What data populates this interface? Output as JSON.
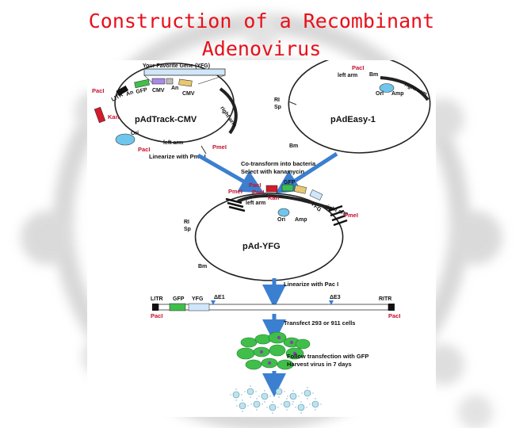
{
  "title": {
    "line1": "Construction of a Recombinant",
    "line2": "Adenovirus"
  },
  "colors": {
    "title": "#e8101a",
    "arrow": "#3b7fd0",
    "label_red": "#c8102e",
    "gfp": "#3fbf4a",
    "kan": "#d21b2b",
    "ori": "#6fc6ec",
    "cmv": "#e8c870",
    "cell": "#3fbf4a"
  },
  "shuttle": {
    "name": "pAdTrack-CMV",
    "yfg": "Your Favorite Gene (YFG)",
    "paci_top": "PacI",
    "paci_bottom": "PacI",
    "litr": "LITR",
    "an1": "An",
    "gfp": "GFP",
    "cmv1": "CMV",
    "an2": "An",
    "cmv2": "CMV",
    "kan": "Kan",
    "ori": "Ori",
    "right_arm": "right arm",
    "left_arm": "left arm",
    "pmei": "PmeI",
    "linearize": "Linearize with Pme I"
  },
  "backbone": {
    "name": "pAdEasy-1",
    "paci": "PacI",
    "left_arm": "left arm",
    "bm_top": "Bm",
    "ori": "Ori",
    "amp": "Amp",
    "right_arm": "right arm",
    "ri": "RI",
    "sp": "Sp",
    "bm_bottom": "Bm"
  },
  "cotransform": {
    "line1": "Co-transform into bacteria",
    "line2": "Select with kanamycin"
  },
  "recombinant": {
    "name": "pAd-YFG",
    "pmei_left": "PmeI",
    "paci_a": "PacI",
    "paci_b": "PacI",
    "gfp": "GFP",
    "kan": "Kan",
    "yfg": "YFG",
    "left_arm": "left arm",
    "right_arm": "right arm",
    "ori": "Ori",
    "amp": "Amp",
    "pmei_right": "PmeI",
    "ri": "RI",
    "sp": "Sp",
    "bm": "Bm"
  },
  "linear": {
    "step": "Linearize with Pac I",
    "litr": "LITR",
    "gfp": "GFP",
    "yfg": "YFG",
    "e1": "ΔE1",
    "e3": "ΔE3",
    "ritr": "RITR",
    "paci_left": "PacI",
    "paci_right": "PacI"
  },
  "transfect": {
    "step": "Transfect 293 or 911 cells"
  },
  "follow": {
    "line1": "Follow transfection with GFP",
    "line2": "Harvest virus in 7 days"
  }
}
